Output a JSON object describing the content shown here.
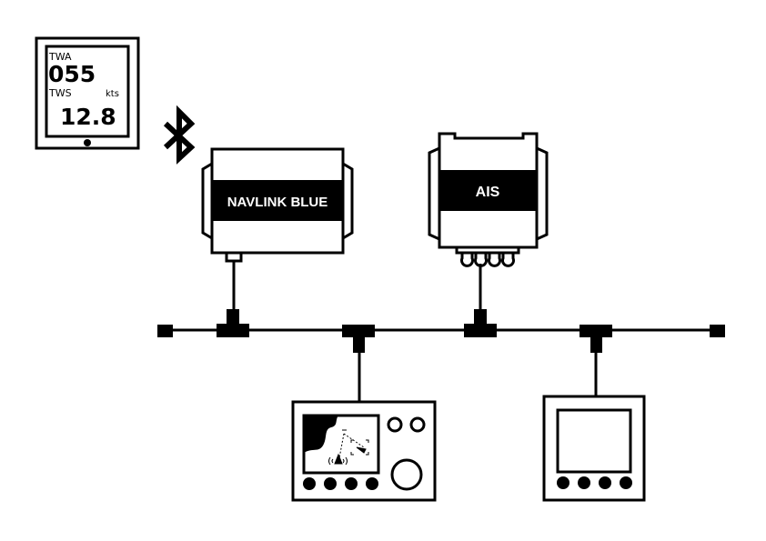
{
  "tablet": {
    "label_twa": "TWA",
    "value_twa": "055",
    "label_tws": "TWS",
    "unit": "kts",
    "value_tws": "12.8"
  },
  "bluetooth": {
    "icon": "bluetooth-icon"
  },
  "navlink": {
    "label": "NAVLINK BLUE"
  },
  "ais": {
    "label": "AIS"
  },
  "colors": {
    "stroke": "#000000",
    "background": "#ffffff"
  }
}
